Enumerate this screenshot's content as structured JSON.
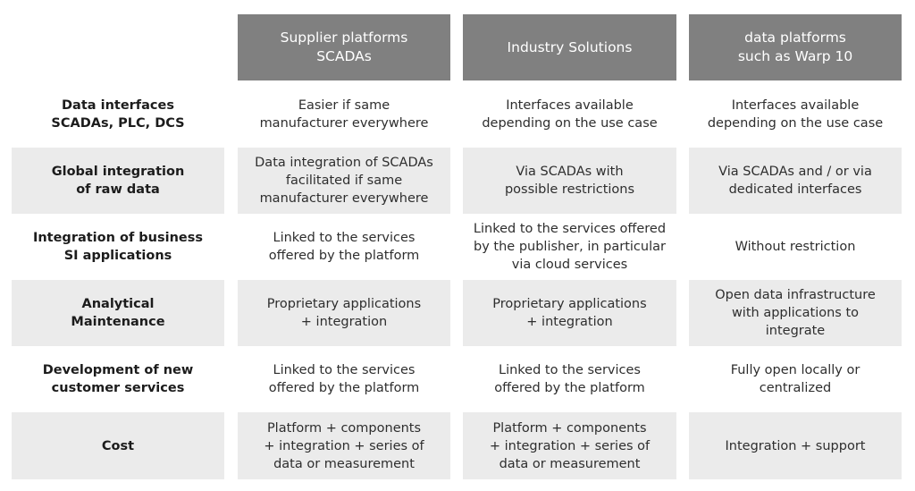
{
  "colors": {
    "header_bg": "#808080",
    "header_text": "#ffffff",
    "row_shade": "#ebebeb",
    "text": "#2e2e2e"
  },
  "columns": [
    "Supplier platforms\nSCADAs",
    "Industry Solutions",
    "data platforms\nsuch as Warp 10"
  ],
  "rows": [
    {
      "label": "Data interfaces\nSCADAs, PLC, DCS",
      "cells": [
        "Easier if same\nmanufacturer everywhere",
        "Interfaces available\ndepending on the use case",
        "Interfaces available\ndepending on the use case"
      ]
    },
    {
      "label": "Global integration\nof raw data",
      "cells": [
        "Data integration of SCADAs\nfacilitated if same\nmanufacturer everywhere",
        "Via SCADAs with\npossible restrictions",
        "Via SCADAs and / or via\ndedicated interfaces"
      ]
    },
    {
      "label": "Integration of business\nSI applications",
      "cells": [
        "Linked to the services\noffered by the platform",
        "Linked to the services offered\nby the publisher, in particular\nvia cloud services",
        "Without restriction"
      ]
    },
    {
      "label": "Analytical\nMaintenance",
      "cells": [
        "Proprietary applications\n+ integration",
        "Proprietary applications\n+ integration",
        "Open data infrastructure\nwith applications to\nintegrate"
      ]
    },
    {
      "label": "Development of new\ncustomer services",
      "cells": [
        "Linked to the services\noffered by the platform",
        "Linked to the services\noffered by the platform",
        "Fully open locally or\ncentralized"
      ]
    },
    {
      "label": "Cost",
      "cells": [
        "Platform + components\n+ integration + series of\ndata or measurement",
        "Platform + components\n+ integration + series of\ndata or measurement",
        "Integration + support"
      ]
    }
  ]
}
